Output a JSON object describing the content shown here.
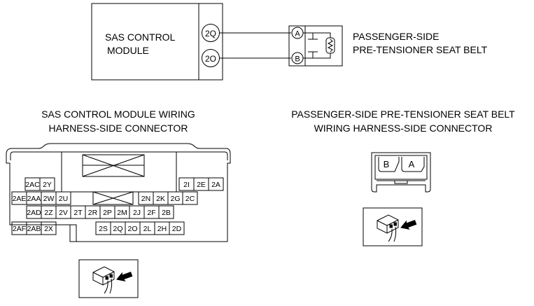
{
  "schematic": {
    "module_label": [
      "SAS CONTROL",
      "MODULE"
    ],
    "module_pins": [
      "2Q",
      "2O"
    ],
    "device_pins": [
      "A",
      "B"
    ],
    "device_label": [
      "PASSENGER-SIDE",
      "PRE-TENSIONER SEAT BELT"
    ]
  },
  "left_connector": {
    "caption": [
      "SAS CONTROL MODULE WIRING",
      "HARNESS-SIDE CONNECTOR"
    ],
    "row1_left": [
      "2AC",
      "2Y"
    ],
    "row1_right": [
      "2I",
      "2E",
      "2A"
    ],
    "row2_left": [
      "2AE",
      "2AA",
      "2W",
      "2U"
    ],
    "row2_right": [
      "2N",
      "2K",
      "2G",
      "2C"
    ],
    "row3": [
      "2AD",
      "2Z",
      "2V",
      "2T",
      "2R",
      "2P",
      "2M",
      "2J",
      "2F",
      "2B"
    ],
    "row4_left": [
      "2AF",
      "2AB",
      "2X"
    ],
    "row4_right": [
      "2S",
      "2Q",
      "2O",
      "2L",
      "2H",
      "2D"
    ]
  },
  "right_connector": {
    "caption": [
      "PASSENGER-SIDE PRE-TENSIONER SEAT BELT",
      "WIRING HARNESS-SIDE CONNECTOR"
    ],
    "terminals": [
      "B",
      "A"
    ]
  },
  "icons": [
    "harness-side-view-icon",
    "harness-side-view-icon"
  ]
}
